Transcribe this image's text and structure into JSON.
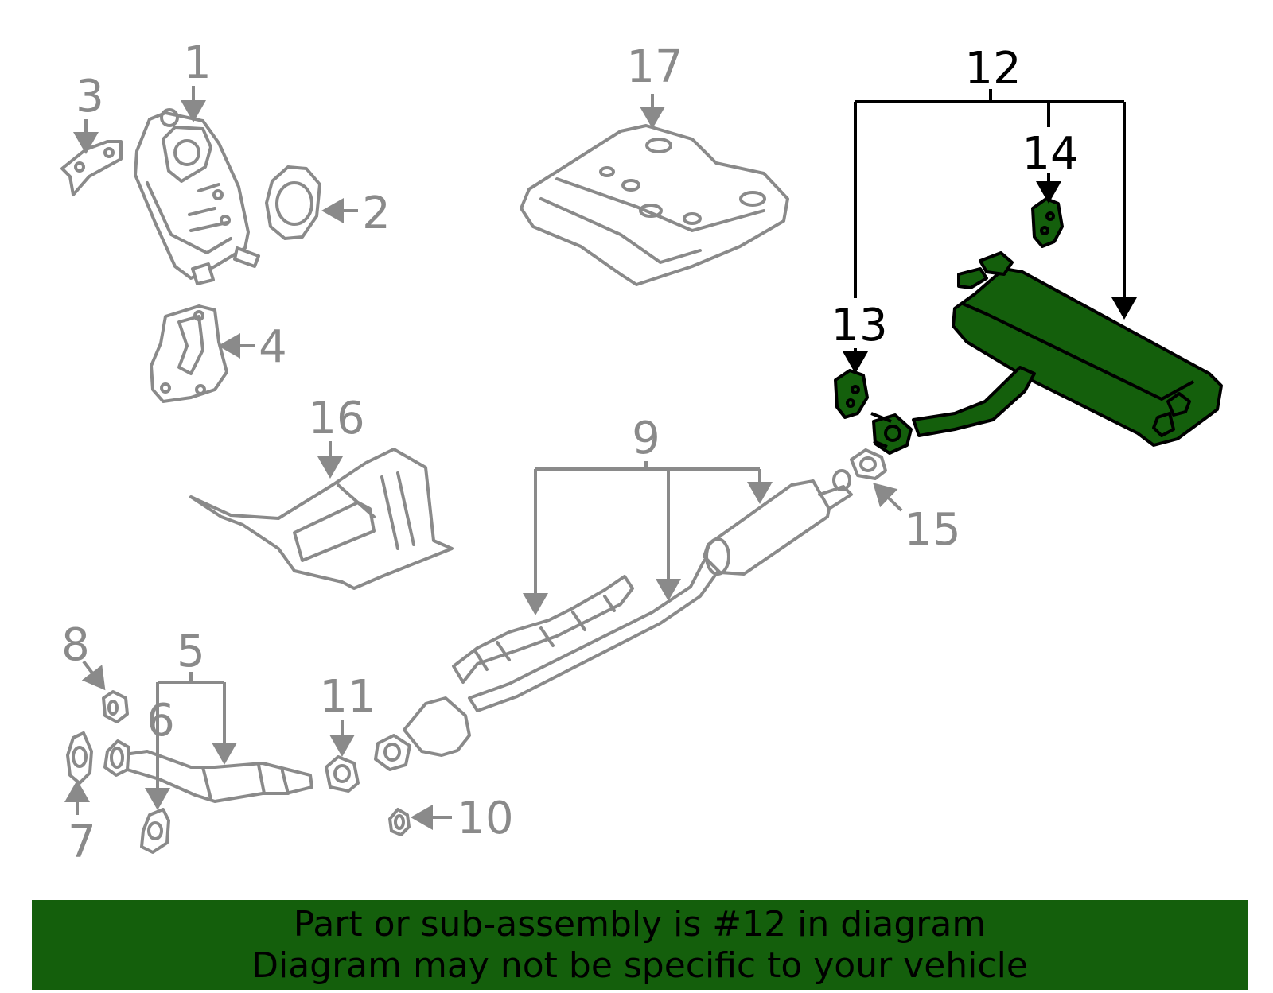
{
  "colors": {
    "highlight": "#145f0c",
    "parts_gray": "#8a8a8a",
    "banner_bg": "#145f0c",
    "text_black": "#000000"
  },
  "callouts": {
    "c1": "1",
    "c2": "2",
    "c3": "3",
    "c4": "4",
    "c5": "5",
    "c6": "6",
    "c7": "7",
    "c8": "8",
    "c9": "9",
    "c10": "10",
    "c11": "11",
    "c12": "12",
    "c13": "13",
    "c14": "14",
    "c15": "15",
    "c16": "16",
    "c17": "17"
  },
  "highlighted_part": "12",
  "banner": {
    "line1": "Part or sub-assembly is #12 in diagram",
    "line2": "Diagram may not be specific to your vehicle"
  }
}
